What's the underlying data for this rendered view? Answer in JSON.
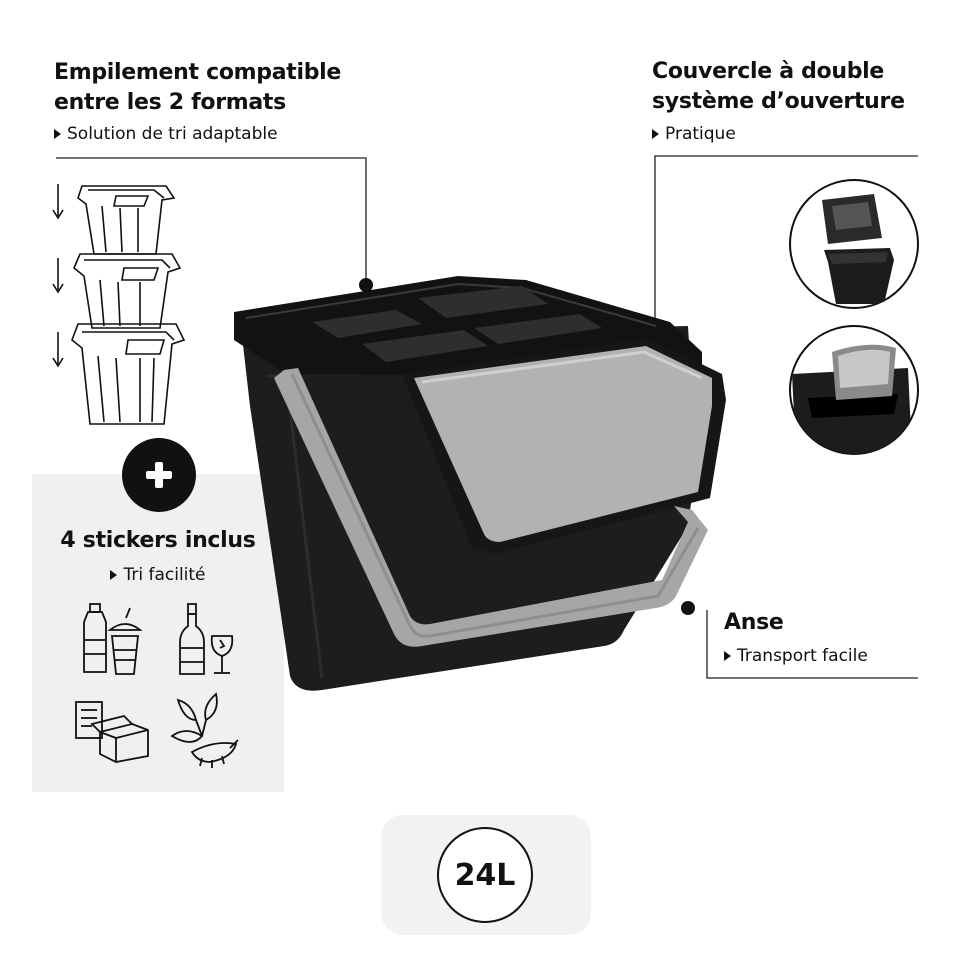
{
  "stacking": {
    "title_line1": "Empilement compatible",
    "title_line2": "entre les 2 formats",
    "subtitle": "Solution de tri adaptable"
  },
  "lid": {
    "title_line1": "Couvercle à double",
    "title_line2": "système d’ouverture",
    "subtitle": "Pratique"
  },
  "stickers": {
    "title": "4 stickers inclus",
    "subtitle": "Tri facilité",
    "icons": [
      "plastic-bottles-icon",
      "glass-bottle-icon",
      "paper-carton-icon",
      "organic-waste-icon"
    ]
  },
  "handle": {
    "title": "Anse",
    "subtitle": "Transport facile"
  },
  "capacity": {
    "label": "24L"
  },
  "colors": {
    "bin_body": "#1c1c1c",
    "lid_flap": "#b4b4b4",
    "handle": "#a8a8a8",
    "panel": "#f0f0f0"
  }
}
